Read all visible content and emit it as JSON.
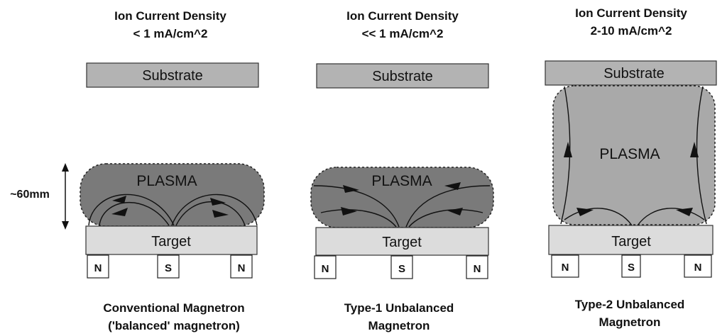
{
  "height_label": "~60mm",
  "panels": [
    {
      "density_title": "Ion Current Density",
      "density_value": "< 1 mA/cm^2",
      "substrate_label": "Substrate",
      "plasma_label": "PLASMA",
      "target_label": "Target",
      "magnets": [
        "N",
        "S",
        "N"
      ],
      "caption_line1": "Conventional Magnetron",
      "caption_line2": "('balanced' magnetron)"
    },
    {
      "density_title": "Ion Current Density",
      "density_value": "<< 1 mA/cm^2",
      "substrate_label": "Substrate",
      "plasma_label": "PLASMA",
      "target_label": "Target",
      "magnets": [
        "N",
        "S",
        "N"
      ],
      "caption_line1": "Type-1 Unbalanced",
      "caption_line2": "Magnetron"
    },
    {
      "density_title": "Ion Current Density",
      "density_value": "2-10 mA/cm^2",
      "substrate_label": "Substrate",
      "plasma_label": "PLASMA",
      "target_label": "Target",
      "magnets": [
        "N",
        "S",
        "N"
      ],
      "caption_line1": "Type-2 Unbalanced",
      "caption_line2": "Magnetron"
    }
  ]
}
